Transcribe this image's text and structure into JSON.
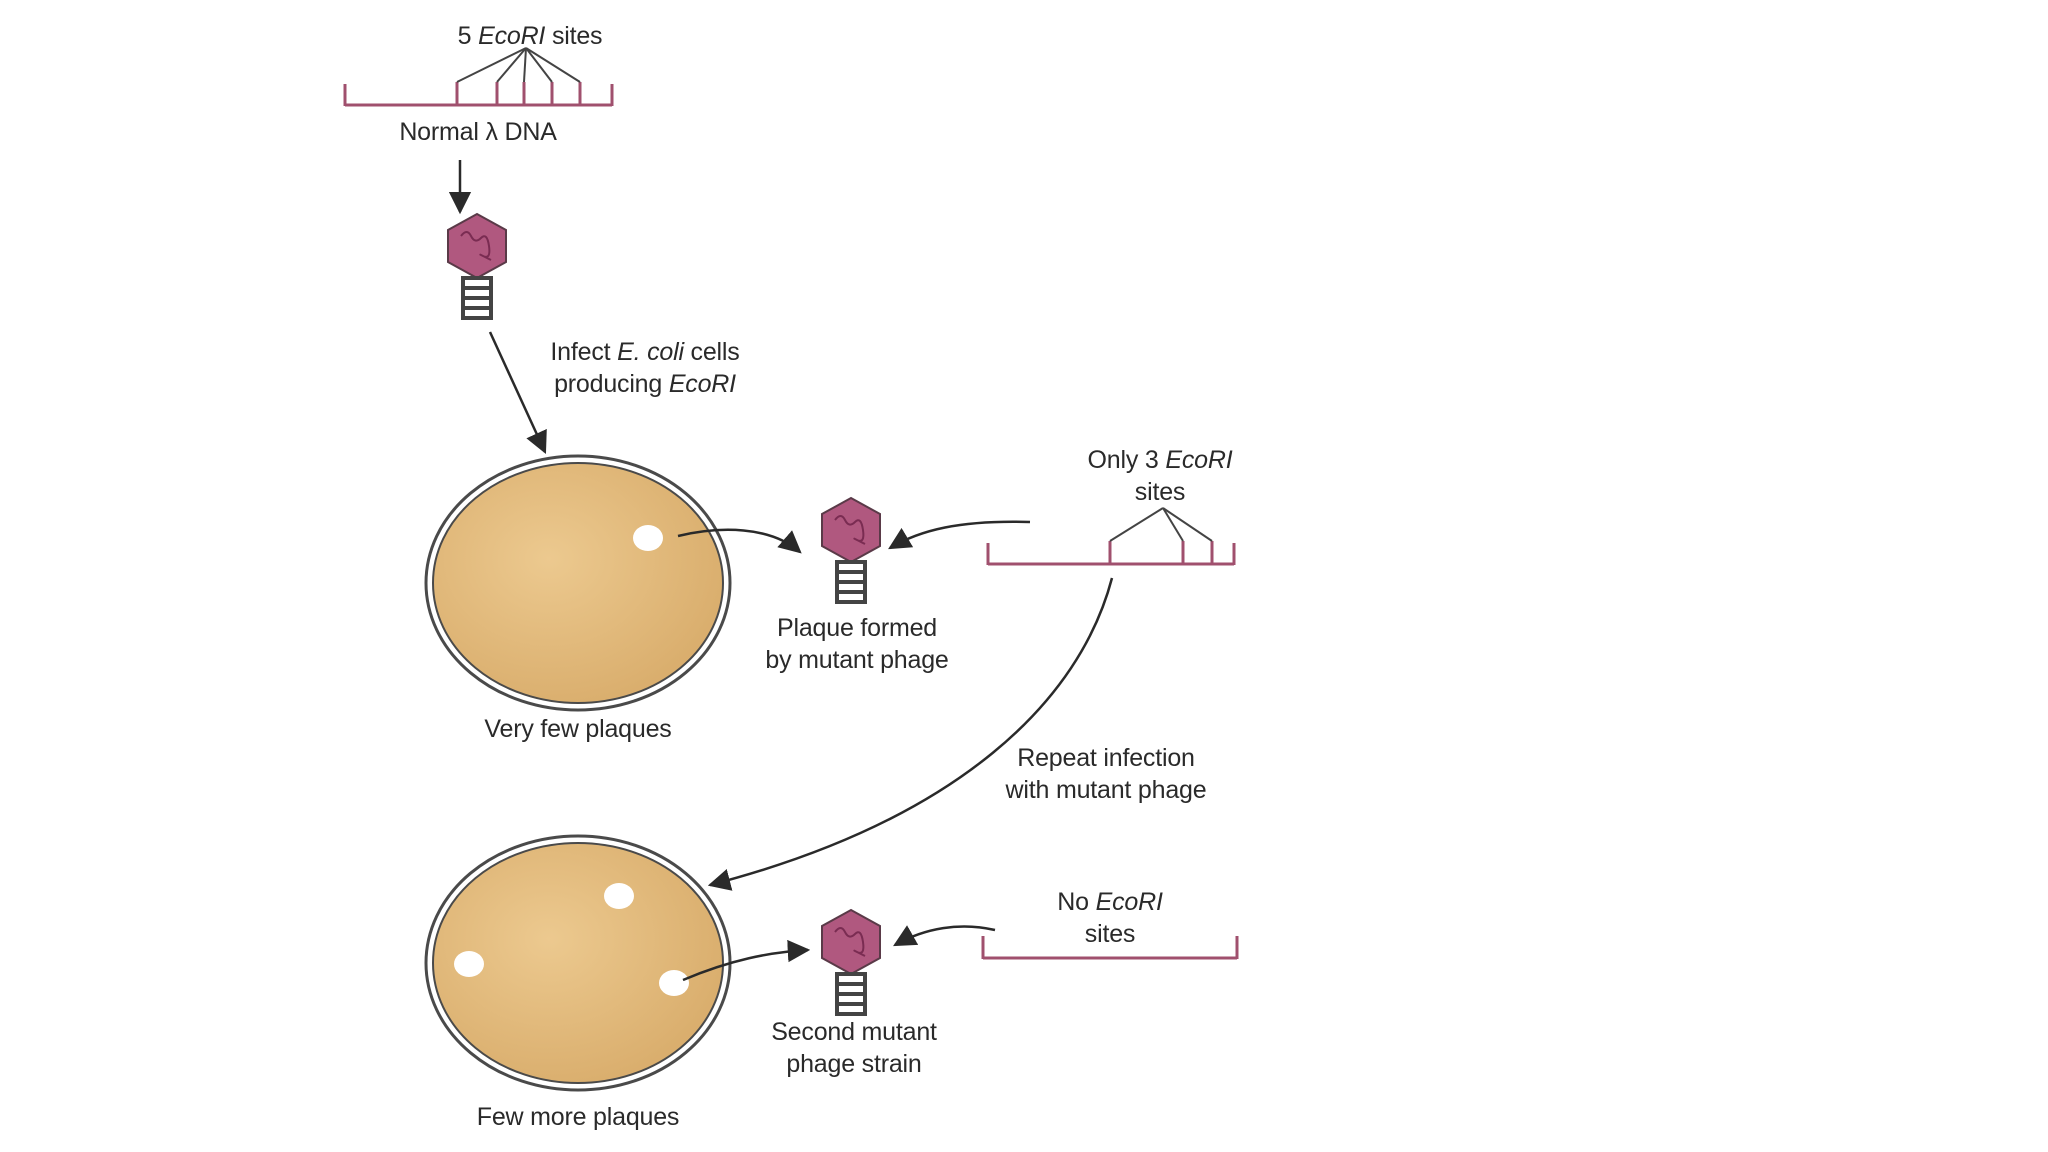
{
  "labels": {
    "top_sites_a": "5 ",
    "top_sites_b": "EcoRI",
    "top_sites_c": " sites",
    "normal_dna": "Normal λ DNA",
    "infect_l1_a": "Infect ",
    "infect_l1_b": "E. coli",
    "infect_l1_c": " cells",
    "infect_l2_a": "producing ",
    "infect_l2_b": "EcoRI",
    "plaque_formed_l1": "Plaque formed",
    "plaque_formed_l2": "by mutant phage",
    "very_few": "Very few plaques",
    "only3_l1_a": "Only 3 ",
    "only3_l1_b": "EcoRI",
    "only3_l2": "sites",
    "repeat_l1": "Repeat infection",
    "repeat_l2": "with mutant phage",
    "no_sites_l1_a": "No ",
    "no_sites_l1_b": "EcoRI",
    "no_sites_l2": "sites",
    "second_mutant_l1": "Second mutant",
    "second_mutant_l2": "phage strain",
    "few_more": "Few more plaques"
  },
  "colors": {
    "dna_line": "#a0506e",
    "plate_fill": "#e3bb7e",
    "plate_edge": "#4a4a4a",
    "phage_head": "#b0587f",
    "plaque": "#ffffff",
    "arrow": "#2a2a2a"
  }
}
